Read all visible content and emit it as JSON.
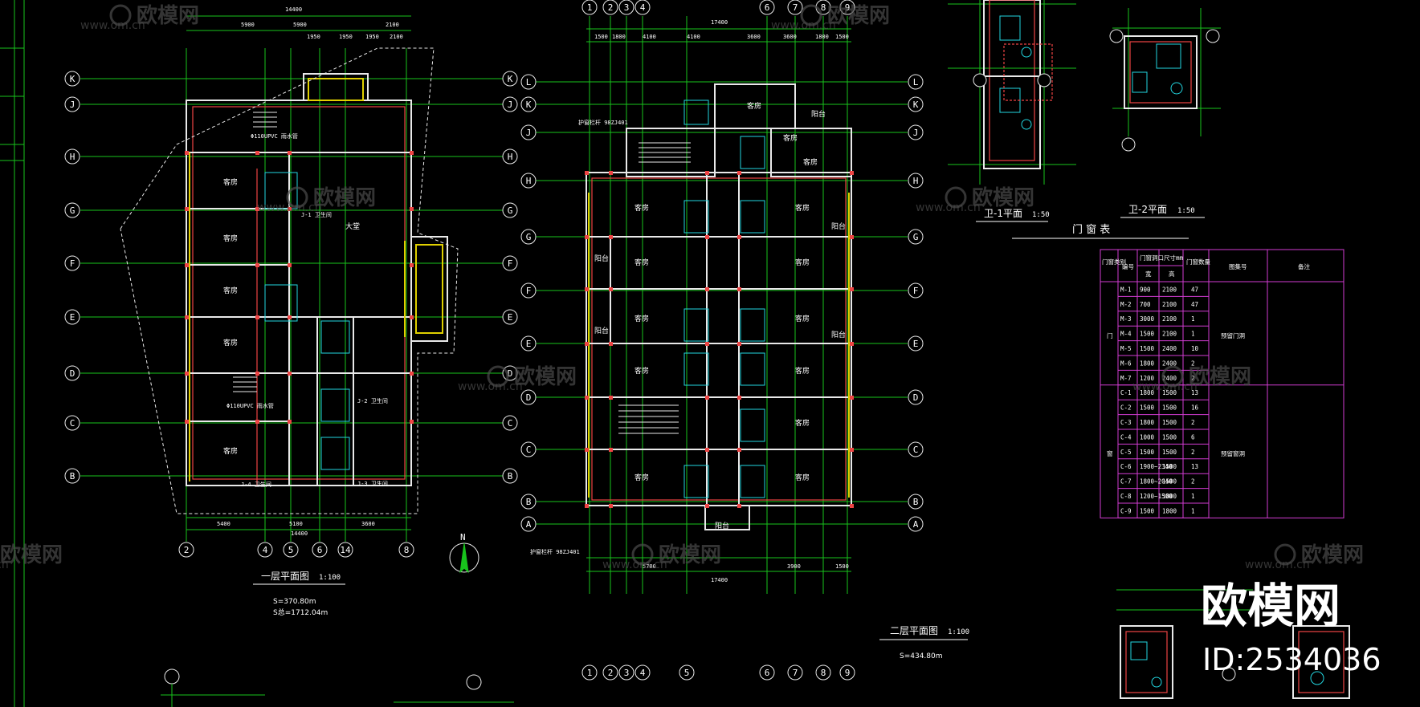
{
  "watermark": {
    "logo": "欧模网",
    "url": "www.om.cn"
  },
  "brand": {
    "logo": "欧模网",
    "id": "ID:2534036"
  },
  "plan1": {
    "title": "一层平面图",
    "scale": "1:100",
    "area1": "S=370.80m",
    "area2": "S总=1712.04m",
    "axes_x": [
      "2",
      "4",
      "5",
      "6",
      "14",
      "8"
    ],
    "axes_y": [
      "K",
      "J",
      "H",
      "G",
      "F",
      "E",
      "D",
      "C",
      "B"
    ],
    "top_dims": [
      "14400",
      "5900",
      "5900",
      "2100",
      "1950",
      "1950",
      "1950",
      "2100"
    ],
    "bottom_dims": [
      "5400",
      "5100",
      "3600",
      "14400"
    ],
    "rooms": [
      "客房",
      "客房",
      "客房",
      "客房",
      "客房",
      "大堂"
    ],
    "notes": [
      "Φ110UPVC 雨水管",
      "Φ110UPVC 雨水管",
      "J-1 卫生间",
      "J-2 卫生间",
      "J-3 卫生间",
      "J-4 卫生间"
    ]
  },
  "plan2": {
    "title": "二层平面图",
    "scale": "1:100",
    "area": "S=434.80m",
    "axes_x_top": [
      "1",
      "2",
      "3",
      "4",
      "6",
      "7",
      "8",
      "9"
    ],
    "axes_x_bottom": [
      "1",
      "2",
      "3",
      "4",
      "5",
      "6",
      "7",
      "8",
      "9"
    ],
    "axes_y": [
      "L",
      "K",
      "J",
      "H",
      "G",
      "F",
      "E",
      "D",
      "C",
      "B",
      "A"
    ],
    "top_dims": [
      "17400",
      "1500",
      "1800",
      "4100",
      "4100",
      "3600",
      "3600",
      "1800",
      "1500"
    ],
    "bottom_dims": [
      "5700",
      "17400",
      "3900",
      "1500"
    ],
    "rooms": [
      "客房",
      "客房",
      "客房",
      "客房",
      "客房",
      "客房",
      "客房",
      "客房",
      "客房",
      "客房",
      "客房",
      "客房",
      "客房",
      "客房"
    ],
    "balcony": [
      "阳台",
      "阳台",
      "阳台",
      "阳台",
      "阳台",
      "阳台"
    ],
    "notes": [
      "护窗栏杆 98ZJ401",
      "护窗栏杆 98ZJ401"
    ]
  },
  "toilet1": {
    "title": "卫-1平面",
    "scale": "1:50"
  },
  "toilet2": {
    "title": "卫-2平面",
    "scale": "1:50"
  },
  "door_window_table": {
    "title": "门 窗 表",
    "headers": [
      "门窗类别",
      "编号",
      "门窗洞口尺寸mm",
      "门窗数量",
      "图集号",
      "备注"
    ],
    "subheaders": [
      "宽",
      "高"
    ],
    "category_door": "门",
    "category_window": "窗",
    "rows": [
      [
        "M-1",
        "900",
        "2100",
        "47"
      ],
      [
        "M-2",
        "700",
        "2100",
        "47"
      ],
      [
        "M-3",
        "3000",
        "2100",
        "1"
      ],
      [
        "M-4",
        "1500",
        "2100",
        "1"
      ],
      [
        "M-5",
        "1500",
        "2400",
        "10"
      ],
      [
        "M-6",
        "1800",
        "2400",
        "2"
      ],
      [
        "M-7",
        "1200",
        "2400",
        "2"
      ],
      [
        "C-1",
        "1800",
        "1500",
        "13"
      ],
      [
        "C-2",
        "1500",
        "1500",
        "16"
      ],
      [
        "C-3",
        "1800",
        "1500",
        "2"
      ],
      [
        "C-4",
        "1000",
        "1500",
        "6"
      ],
      [
        "C-5",
        "1500",
        "1500",
        "2"
      ],
      [
        "C-6",
        "1900~2340",
        "1500",
        "13"
      ],
      [
        "C-7",
        "1800~2040",
        "1500",
        "2"
      ],
      [
        "C-8",
        "1200~1500",
        "1800",
        "1"
      ],
      [
        "C-9",
        "1500",
        "1800",
        "1"
      ]
    ],
    "note_door": "预留门洞",
    "note_window": "预留窗洞"
  },
  "north": "N",
  "colors": {
    "grid": "#18c31c",
    "wall": "#e9e9e9",
    "red": "#e44444",
    "yellow": "#e0d000",
    "cyan": "#22d6e0",
    "magenta": "#d23cd2"
  }
}
